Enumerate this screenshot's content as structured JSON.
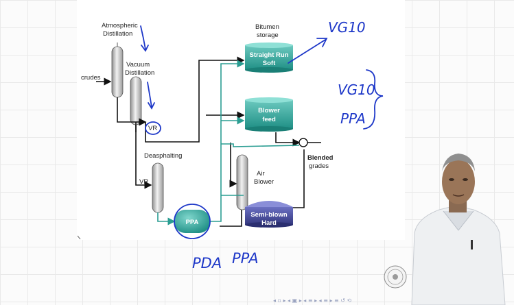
{
  "diagram": {
    "atmospheric_distillation": "Atmospheric",
    "atmospheric_distillation_2": "Distillation",
    "vacuum_distillation": "Vacuum",
    "vacuum_distillation_2": "Distillation",
    "crudes": "crudes",
    "vr_circled": "VR",
    "vr_left": "VR",
    "deasphalting": "Deasphalting",
    "bitumen_storage": "Bitumen",
    "bitumen_storage_2": "storage",
    "straight_run": "Straight Run",
    "straight_run_2": "Soft",
    "blower_feed": "Blower",
    "blower_feed_2": "feed",
    "air_blower": "Air",
    "air_blower_2": "Blower",
    "semi_blown": "Semi-blown",
    "semi_blown_2": "Hard",
    "blended": "Blended",
    "blended_2": "grades",
    "ppa": "PPA"
  },
  "annotations": {
    "vg10_top": "VG10",
    "vg10_right": "VG10",
    "ppa_right": "PPA",
    "pda": "PDA",
    "ppa_bottom": "PPA"
  },
  "colors": {
    "teal": "#2a9d92",
    "teal_dark": "#177d74",
    "navy": "#3b3f8c",
    "ink": "#1d37c8"
  }
}
